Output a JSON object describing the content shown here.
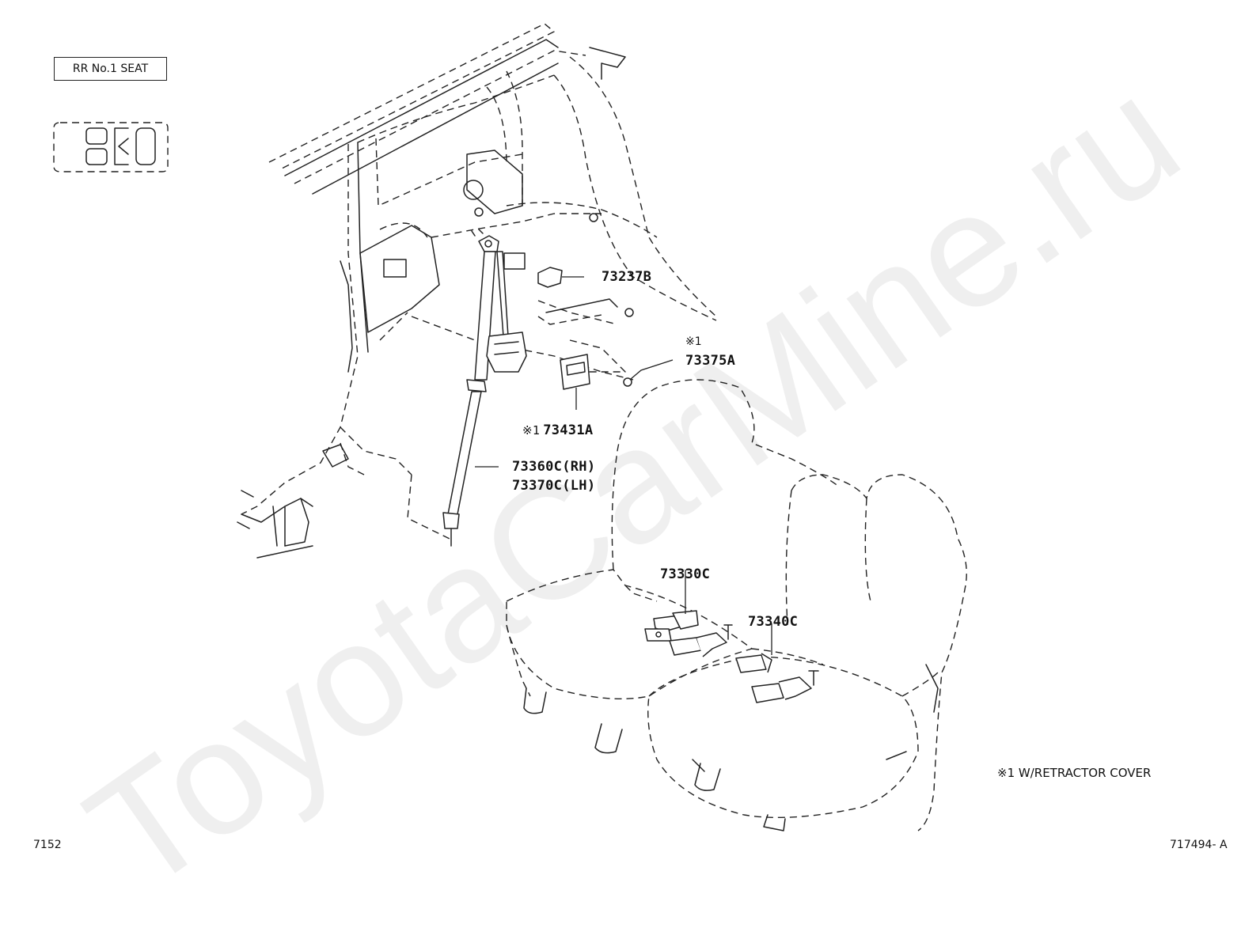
{
  "header": {
    "seat_label": "RR No.1 SEAT"
  },
  "labels": {
    "p73237B": "73237B",
    "p73375A_note": "※1",
    "p73375A": "73375A",
    "p73431A_note": "※1",
    "p73431A": "73431A",
    "p73360C": "73360C(RH)",
    "p73370C": "73370C(LH)",
    "p73330C": "73330C",
    "p73340C": "73340C"
  },
  "legend": {
    "note": "※1 W/RETRACTOR COVER"
  },
  "footer": {
    "left_code": "7152",
    "right_code": "717494- A"
  },
  "watermark": "ToyotaCarMine.ru"
}
